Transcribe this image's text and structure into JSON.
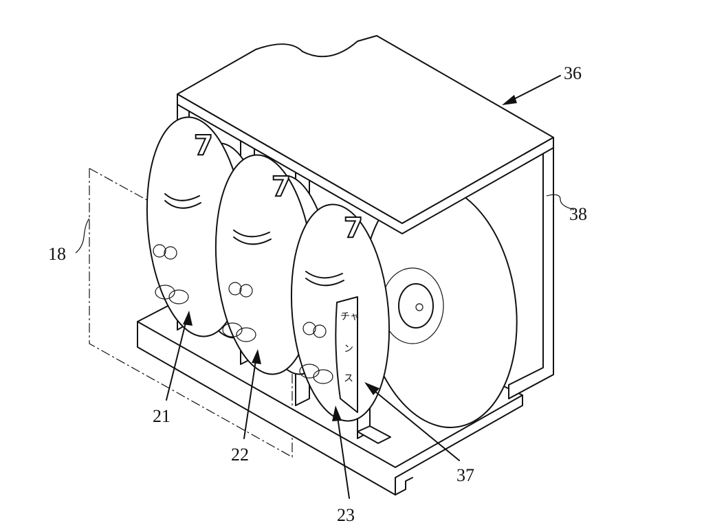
{
  "figure": {
    "labels": {
      "housing": "36",
      "side_plate": "38",
      "display_region": "18",
      "reel_left": "21",
      "reel_middle": "22",
      "reel_right": "23",
      "chance_display": "37"
    },
    "reel_symbols": {
      "seven": "7"
    },
    "chance_text": [
      "チャ",
      "ン",
      "ス"
    ]
  }
}
